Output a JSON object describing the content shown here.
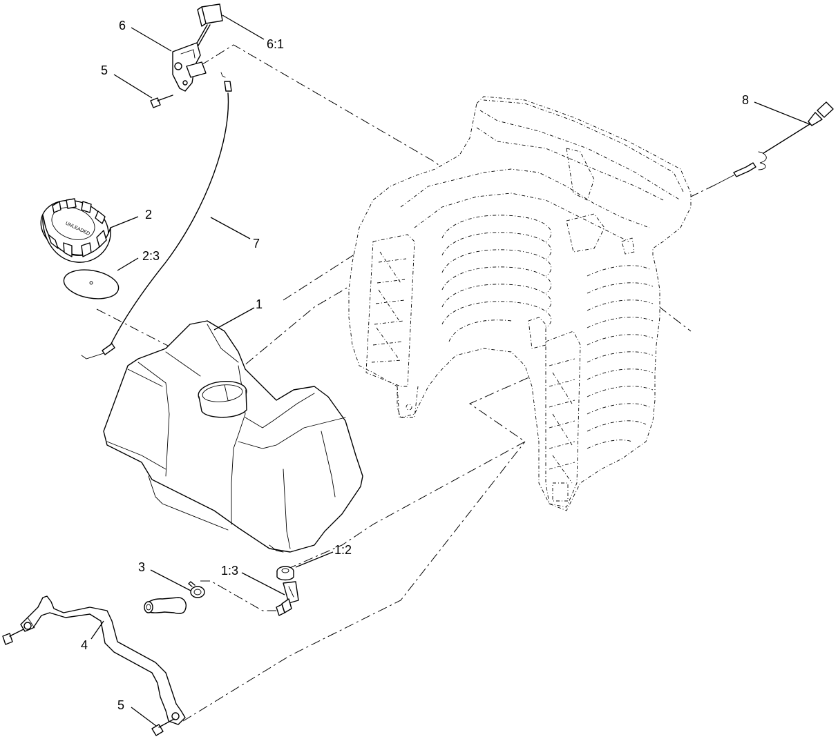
{
  "callouts": {
    "c1": "1",
    "c1_2": "1:2",
    "c1_3": "1:3",
    "c2": "2",
    "c2_3": "2:3",
    "c3": "3",
    "c4": "4",
    "c5_top": "5",
    "c5_bottom": "5",
    "c6": "6",
    "c6_1": "6:1",
    "c7": "7",
    "c8": "8"
  },
  "fuel_cap_text": "UNLEADED"
}
